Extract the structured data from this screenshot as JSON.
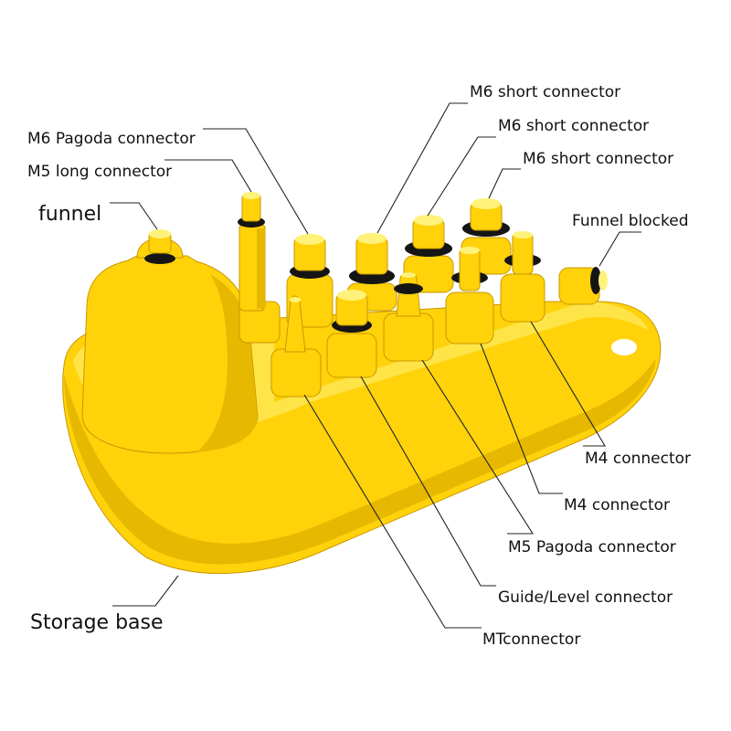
{
  "colors": {
    "body": "#ffd20a",
    "shade": "#e6b800",
    "dark": "#c99800",
    "highlight": "#fff27a",
    "ring": "#151515",
    "line": "#222222"
  },
  "labels": {
    "m6_short_1": "M6 short connector",
    "m6_short_2": "M6 short connector",
    "m6_short_3": "M6 short connector",
    "m6_pagoda": "M6 Pagoda connector",
    "m5_long": "M5 long connector",
    "funnel": "funnel",
    "funnel_blocked": "Funnel blocked",
    "m4_1": "M4 connector",
    "m4_2": "M4 connector",
    "m5_pagoda": "M5 Pagoda connector",
    "guide_level": "Guide/Level connector",
    "storage_base": "Storage base",
    "mt": "MTconnector"
  }
}
